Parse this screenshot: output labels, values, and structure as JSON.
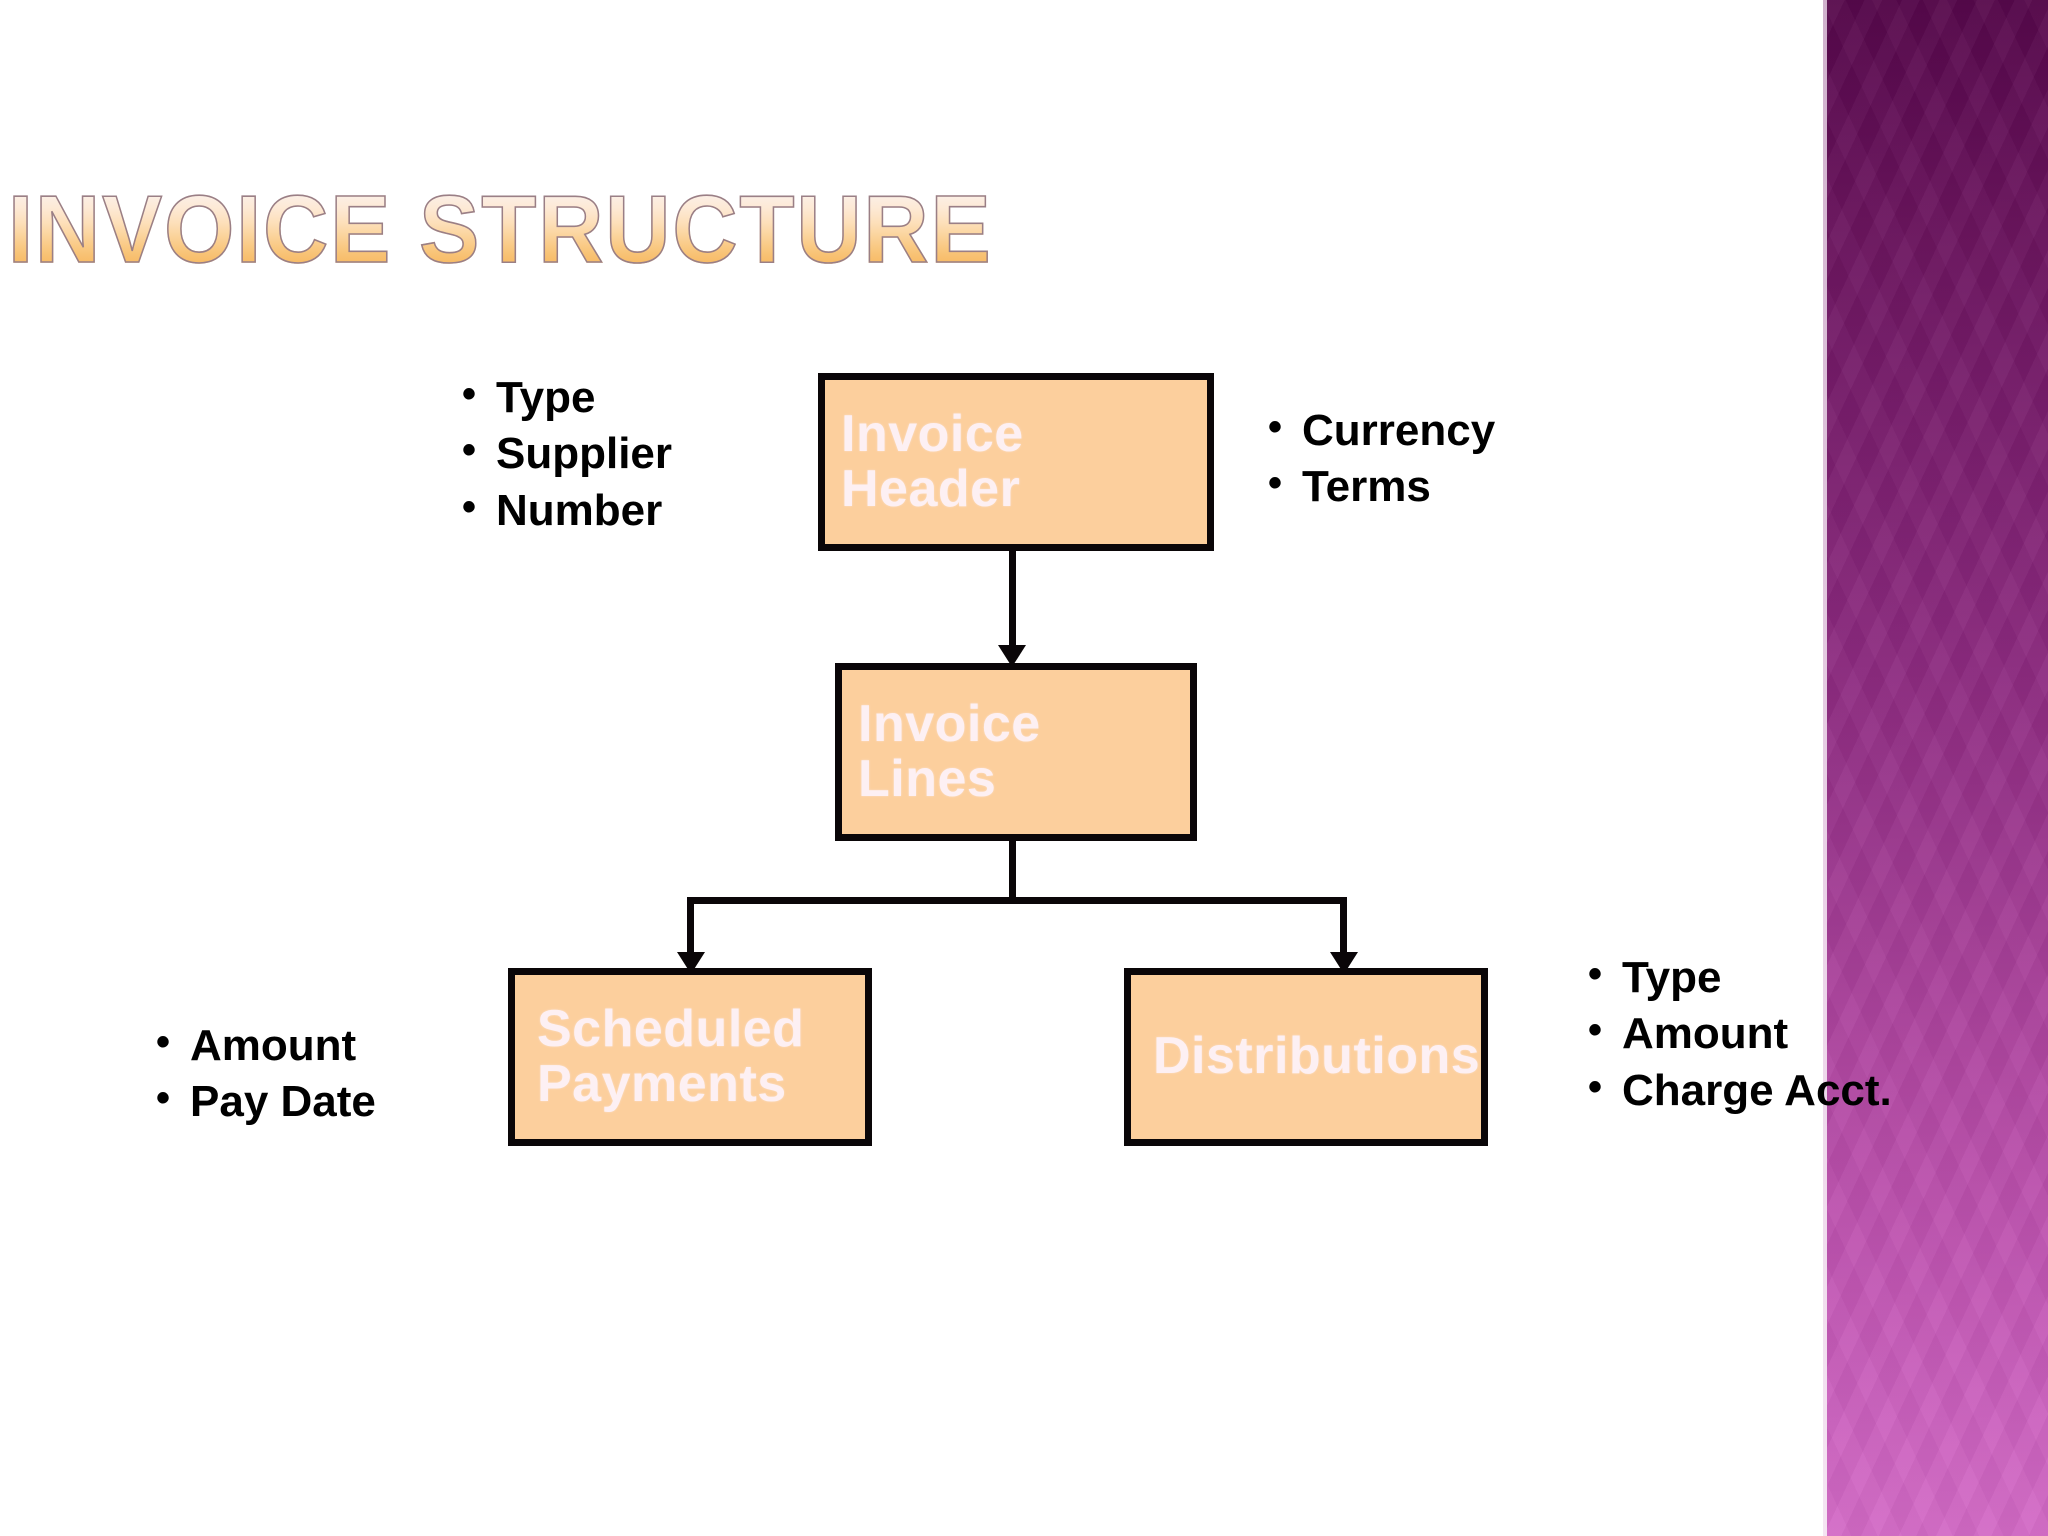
{
  "slide": {
    "title": "INVOICE STRUCTURE",
    "background_color": "#ffffff",
    "accent_band_color_top": "#56084b",
    "accent_band_color_bottom": "#d36ac6",
    "box_fill_color": "#fccf9d",
    "box_border_color": "#0a0608",
    "box_text_color": "#fdf0f3",
    "bullet_text_color": "#000000"
  },
  "diagram": {
    "nodes": [
      {
        "id": "invoice-header",
        "label": "Invoice Header"
      },
      {
        "id": "invoice-lines",
        "label": "Invoice Lines"
      },
      {
        "id": "scheduled-payments",
        "label": "Scheduled Payments"
      },
      {
        "id": "distributions",
        "label": "Distributions"
      }
    ],
    "edges": [
      {
        "from": "invoice-header",
        "to": "invoice-lines",
        "style": "arrow"
      },
      {
        "from": "invoice-lines",
        "to": "scheduled-payments",
        "style": "arrow"
      },
      {
        "from": "invoice-lines",
        "to": "distributions",
        "style": "arrow"
      }
    ],
    "annotations": [
      {
        "id": "header-left",
        "attached_to": "invoice-header",
        "position": "left",
        "items": [
          "Type",
          "Supplier",
          "Number"
        ]
      },
      {
        "id": "header-right",
        "attached_to": "invoice-header",
        "position": "right",
        "items": [
          "Currency",
          "Terms"
        ]
      },
      {
        "id": "scheduled-left",
        "attached_to": "scheduled-payments",
        "position": "left",
        "items": [
          "Amount",
          "Pay Date"
        ]
      },
      {
        "id": "distributions-right",
        "attached_to": "distributions",
        "position": "right",
        "items": [
          "Type",
          "Amount",
          "Charge Acct."
        ]
      }
    ]
  }
}
